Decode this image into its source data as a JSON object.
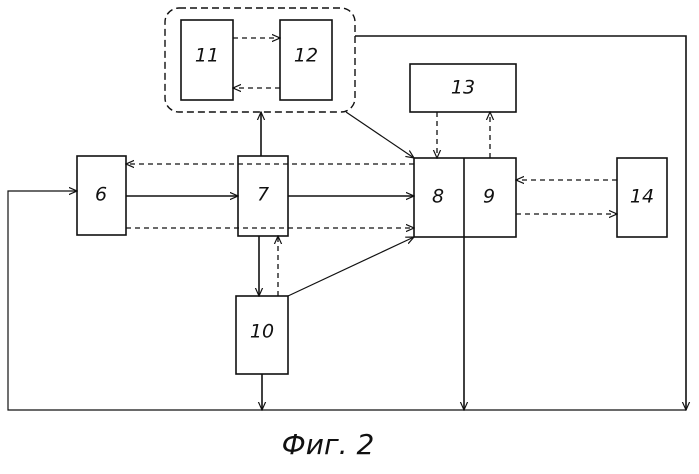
{
  "blocks": {
    "b6": "6",
    "b7": "7",
    "b8": "8",
    "b9": "9",
    "b10": "10",
    "b11": "11",
    "b12": "12",
    "b13": "13",
    "b14": "14"
  },
  "caption": "Фиг. 2"
}
